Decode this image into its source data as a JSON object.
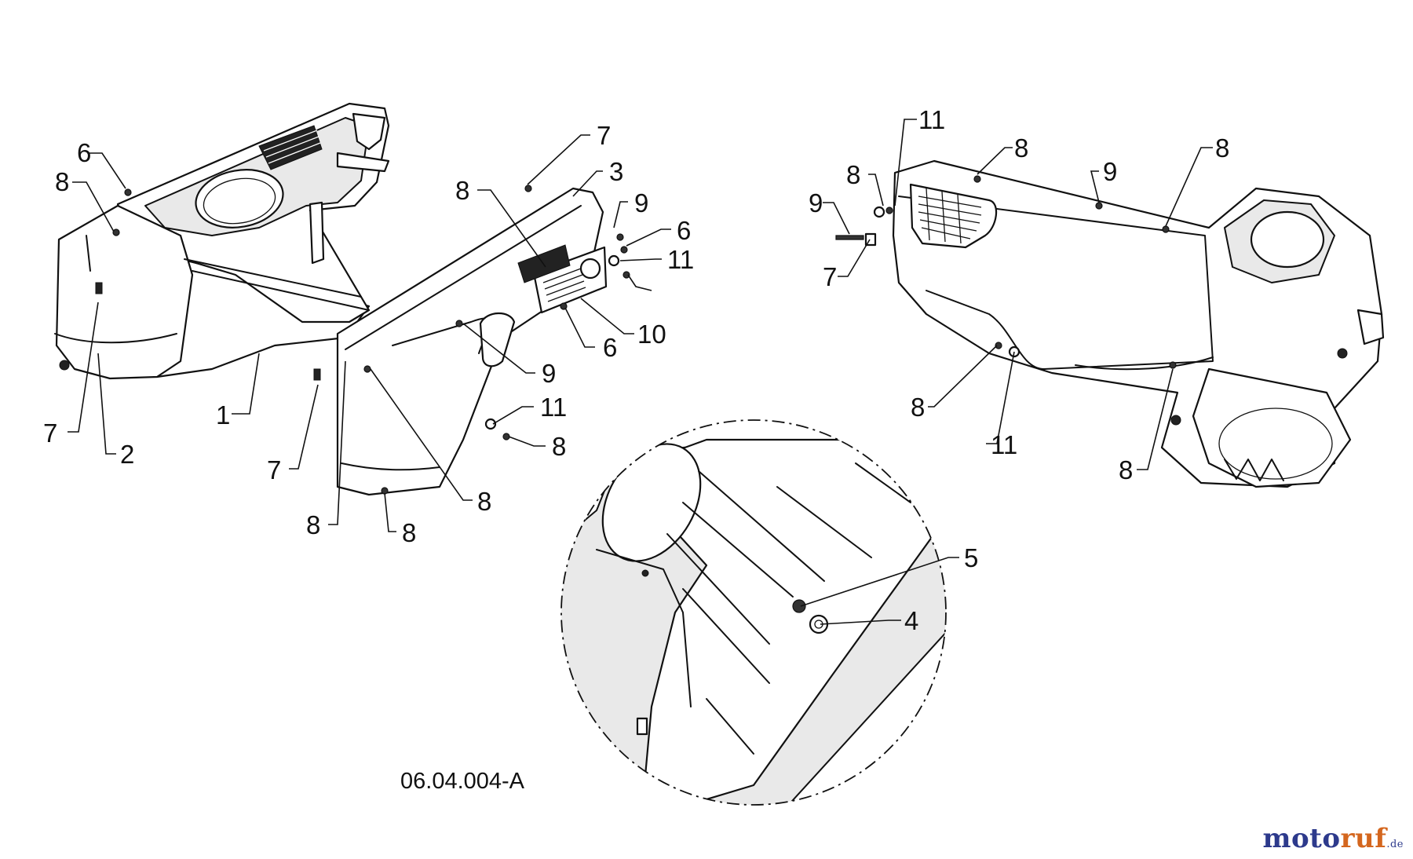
{
  "drawing_ref": "06.04.004-A",
  "watermark": {
    "part_a": "moto",
    "part_b": "ruf",
    "suffix": ".de",
    "color_a": "#2d3a8c",
    "color_b": "#d4661e"
  },
  "callouts": {
    "c1": "1",
    "c2": "2",
    "c3": "3",
    "c4": "4",
    "c5": "5",
    "c6a": "6",
    "c6b": "6",
    "c6c": "6",
    "c7a": "7",
    "c7b": "7",
    "c7c": "7",
    "c7d": "7",
    "c8a": "8",
    "c8b": "8",
    "c8c": "8",
    "c8d": "8",
    "c8e": "8",
    "c8f": "8",
    "c8g": "8",
    "c8h": "8",
    "c8i": "8",
    "c8j": "8",
    "c8k": "8",
    "c9a": "9",
    "c9b": "9",
    "c9c": "9",
    "c9d": "9",
    "c10": "10",
    "c11a": "11",
    "c11b": "11",
    "c11c": "11",
    "c11d": "11"
  }
}
